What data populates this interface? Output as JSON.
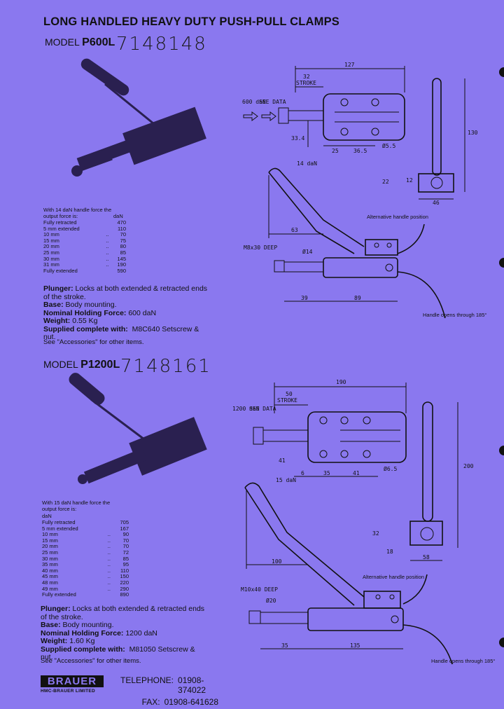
{
  "title": "LONG HANDLED HEAVY DUTY PUSH-PULL CLAMPS",
  "models": [
    {
      "label": "MODEL",
      "name": "P600L",
      "handwritten": "7148148",
      "force_intro": "With 14 daN handle force the output force is:",
      "force_unit": "daN",
      "forces": [
        {
          "pos": "Fully retracted",
          "sep": "",
          "val": "470"
        },
        {
          "pos": "5 mm extended",
          "sep": "",
          "val": "110"
        },
        {
          "pos": "10 mm",
          "sep": "..",
          "val": "70"
        },
        {
          "pos": "15 mm",
          "sep": "..",
          "val": "75"
        },
        {
          "pos": "20 mm",
          "sep": "..",
          "val": "80"
        },
        {
          "pos": "25 mm",
          "sep": "..",
          "val": "85"
        },
        {
          "pos": "30 mm",
          "sep": "..",
          "val": "145"
        },
        {
          "pos": "31 mm",
          "sep": "..",
          "val": "190"
        },
        {
          "pos": "Fully extended",
          "sep": "",
          "val": "590"
        }
      ],
      "plunger_label": "Plunger:",
      "plunger_text": "Locks at both extended & retracted ends of the stroke.",
      "base_label": "Base:",
      "base_text": "Body mounting.",
      "holding_label": "Nominal Holding Force:",
      "holding_text": "600 daN",
      "weight_label": "Weight:",
      "weight_text": "0.55 Kg",
      "supplied_label": "Supplied complete with:",
      "supplied_text": "M8C640 Setscrew & nut.",
      "see": "See \"Accessories\" for other items.",
      "drawing": {
        "force": "600 daN",
        "see_data": "SEE DATA",
        "stroke_val": "32",
        "stroke": "STROKE",
        "overall": "127",
        "d1": "33.4",
        "d2": "25",
        "d3": "36.5",
        "hole": "Ø5.5",
        "height": "130",
        "b1": "22",
        "b2": "12",
        "b3": "46",
        "handle_force": "14 daN",
        "reach": "63",
        "thread": "M8x30 DEEP",
        "dia": "Ø14",
        "e1": "39",
        "e2": "89",
        "alt": "Alternative handle position",
        "opens": "Handle opens through 185°"
      }
    },
    {
      "label": "MODEL",
      "name": "P1200L",
      "handwritten": "7148161",
      "force_intro": "With 15 daN handle force the output force is:",
      "force_unit": "daN",
      "forces": [
        {
          "pos": "Fully retracted",
          "sep": "",
          "val": "705"
        },
        {
          "pos": "5 mm extended",
          "sep": "",
          "val": "167"
        },
        {
          "pos": "10 mm",
          "sep": "..",
          "val": "90"
        },
        {
          "pos": "15 mm",
          "sep": "..",
          "val": "70"
        },
        {
          "pos": "20 mm",
          "sep": "..",
          "val": "70"
        },
        {
          "pos": "25 mm",
          "sep": "..",
          "val": "72"
        },
        {
          "pos": "30 mm",
          "sep": "..",
          "val": "85"
        },
        {
          "pos": "35 mm",
          "sep": "..",
          "val": "95"
        },
        {
          "pos": "40 mm",
          "sep": "..",
          "val": "110"
        },
        {
          "pos": "45 mm",
          "sep": "..",
          "val": "150"
        },
        {
          "pos": "48 mm",
          "sep": "..",
          "val": "220"
        },
        {
          "pos": "49 mm",
          "sep": "..",
          "val": "290"
        },
        {
          "pos": "Fully extended",
          "sep": "",
          "val": "890"
        }
      ],
      "plunger_label": "Plunger:",
      "plunger_text": "Locks at both extended & retracted ends of the stroke.",
      "base_label": "Base:",
      "base_text": "Body mounting.",
      "holding_label": "Nominal Holding Force:",
      "holding_text": "1200 daN",
      "weight_label": "Weight:",
      "weight_text": "1.60 Kg",
      "supplied_label": "Supplied complete with:",
      "supplied_text": "M81050 Setscrew & nut.",
      "see": "See \"Accessories\" for other items.",
      "drawing": {
        "force": "1200 daN",
        "see_data": "SEE DATA",
        "stroke_val": "50",
        "stroke": "STROKE",
        "overall": "190",
        "d0": "41",
        "d1": "6",
        "d2": "35",
        "d3": "41",
        "hole": "Ø6.5",
        "height": "200",
        "b1": "32",
        "b2": "18",
        "b3": "58",
        "handle_force": "15 daN",
        "reach": "100",
        "thread": "M10x40 DEEP",
        "dia": "Ø20",
        "e1": "35",
        "e2": "135",
        "alt": "Alternative handle position",
        "opens": "Handle opens through 185°"
      }
    }
  ],
  "footer": {
    "brand": "BRAUER",
    "brand_sub": "HMC-BRAUER LIMITED",
    "tel_label": "TELEPHONE:",
    "tel": "01908-374022",
    "fax_label": "FAX:",
    "fax": "01908-641628"
  }
}
